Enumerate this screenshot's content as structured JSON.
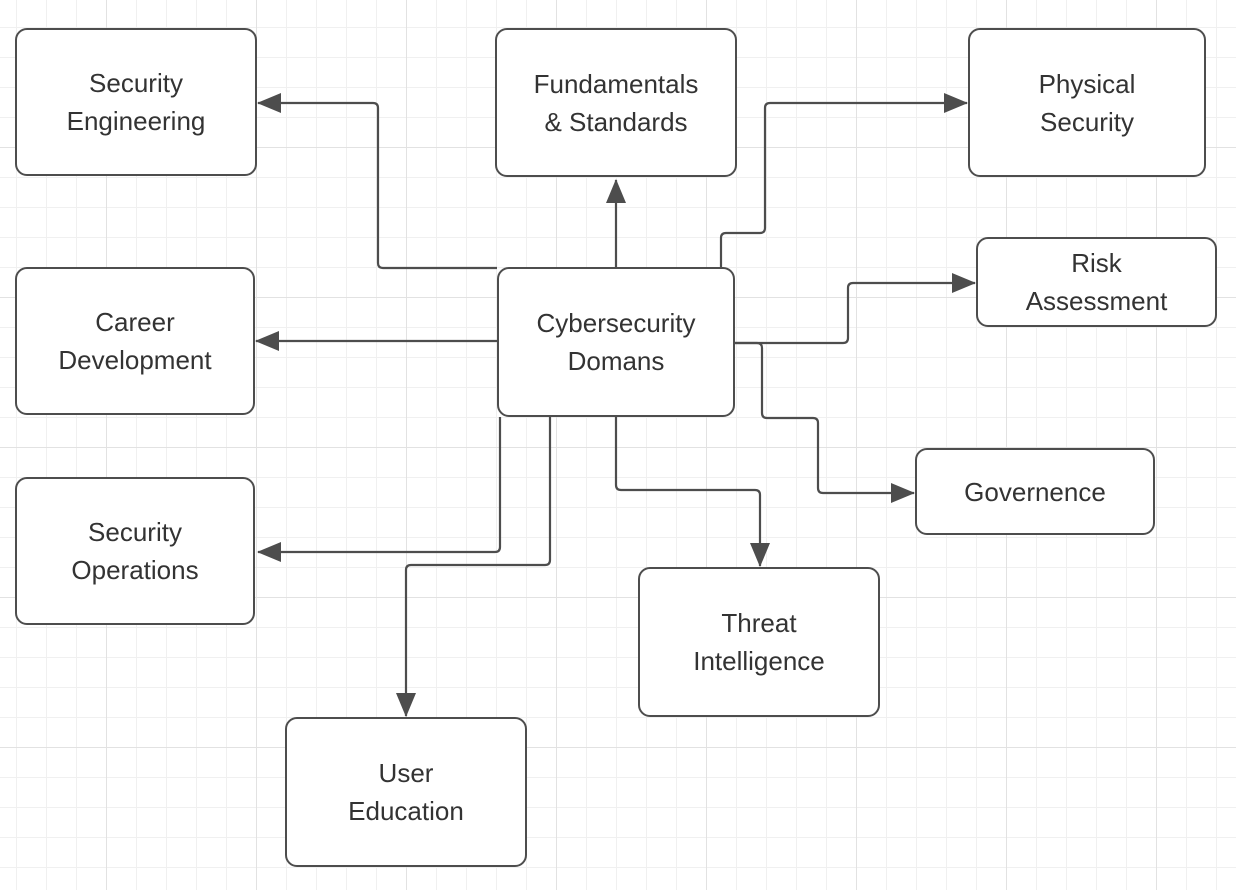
{
  "diagram": {
    "type": "mind-map",
    "central_node": "Cybersecurity\nDomans"
  },
  "colors": {
    "stroke": "#4d4d4d",
    "text": "#333333",
    "node_fill": "#ffffff",
    "grid_minor": "#f0f0f0",
    "grid_major": "#e2e2e2",
    "background": "#ffffff"
  },
  "nodes": [
    {
      "id": "cybersecurity-domans",
      "label": "Cybersecurity\nDomans"
    },
    {
      "id": "security-engineering",
      "label": "Security\nEngineering"
    },
    {
      "id": "fundamentals-standards",
      "label": "Fundamentals\n& Standards"
    },
    {
      "id": "physical-security",
      "label": "Physical\nSecurity"
    },
    {
      "id": "career-development",
      "label": "Career\nDevelopment"
    },
    {
      "id": "risk-assessment",
      "label": "Risk\nAssessment"
    },
    {
      "id": "governence",
      "label": "Governence"
    },
    {
      "id": "security-operations",
      "label": "Security\nOperations"
    },
    {
      "id": "threat-intelligence",
      "label": "Threat\nIntelligence"
    },
    {
      "id": "user-education",
      "label": "User\nEducation"
    }
  ],
  "connections": [
    {
      "from": "cybersecurity-domans",
      "to": "security-engineering",
      "arrow": "target"
    },
    {
      "from": "cybersecurity-domans",
      "to": "fundamentals-standards",
      "arrow": "target"
    },
    {
      "from": "cybersecurity-domans",
      "to": "physical-security",
      "arrow": "target"
    },
    {
      "from": "cybersecurity-domans",
      "to": "career-development",
      "arrow": "target"
    },
    {
      "from": "cybersecurity-domans",
      "to": "risk-assessment",
      "arrow": "target"
    },
    {
      "from": "cybersecurity-domans",
      "to": "governence",
      "arrow": "target"
    },
    {
      "from": "cybersecurity-domans",
      "to": "security-operations",
      "arrow": "target"
    },
    {
      "from": "cybersecurity-domans",
      "to": "threat-intelligence",
      "arrow": "target"
    },
    {
      "from": "cybersecurity-domans",
      "to": "user-education",
      "arrow": "target"
    }
  ]
}
